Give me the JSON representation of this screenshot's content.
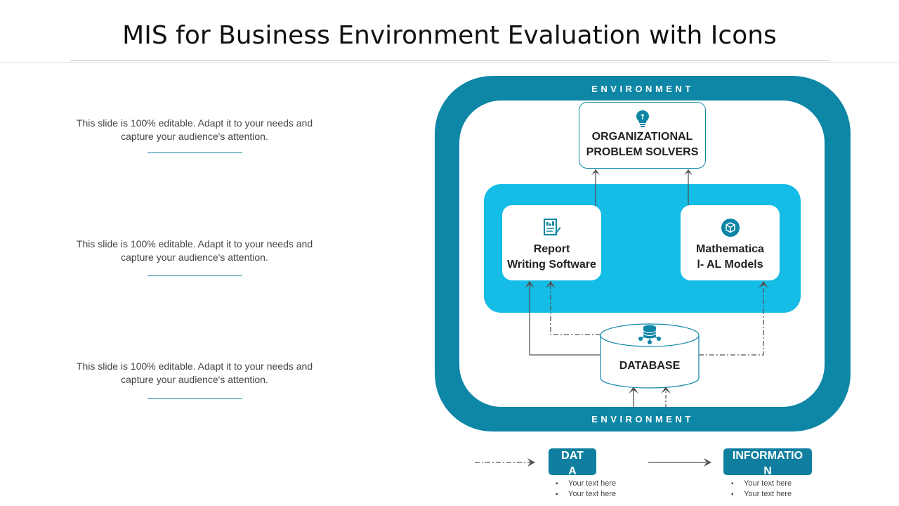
{
  "title": "MIS for Business Environment Evaluation with Icons",
  "notes": [
    {
      "text": "This slide is 100% editable. Adapt it to your needs and capture your audience's attention."
    },
    {
      "text": "This slide is 100% editable. Adapt it to your needs and capture your audience's attention."
    },
    {
      "text": "This slide is 100% editable. Adapt it to your needs and capture your audience's attention."
    }
  ],
  "diagram": {
    "environment_top": "ENVIRONMENT",
    "environment_bottom": "ENVIRONMENT",
    "org_line1": "ORGANIZATIONAL",
    "org_line2": "PROBLEM SOLVERS",
    "report_line1": "Report",
    "report_line2": "Writing Software",
    "math_line1": "Mathematica",
    "math_line2": "l- AL Models",
    "database": "DATABASE"
  },
  "legend": {
    "data_line1": "DAT",
    "data_line2": "A",
    "info_line1": "INFORMATIO",
    "info_line2": "N",
    "data_bullets": [
      "Your text here",
      "Your text here"
    ],
    "info_bullets": [
      "Your text here",
      "Your text here"
    ]
  },
  "colors": {
    "outer": "#0e86a5",
    "band": "#14bce6",
    "legend": "#107f9f"
  },
  "icons": {
    "org": "lightbulb-icon",
    "report": "report-document-icon",
    "math": "cube-icon",
    "database": "database-network-icon"
  }
}
